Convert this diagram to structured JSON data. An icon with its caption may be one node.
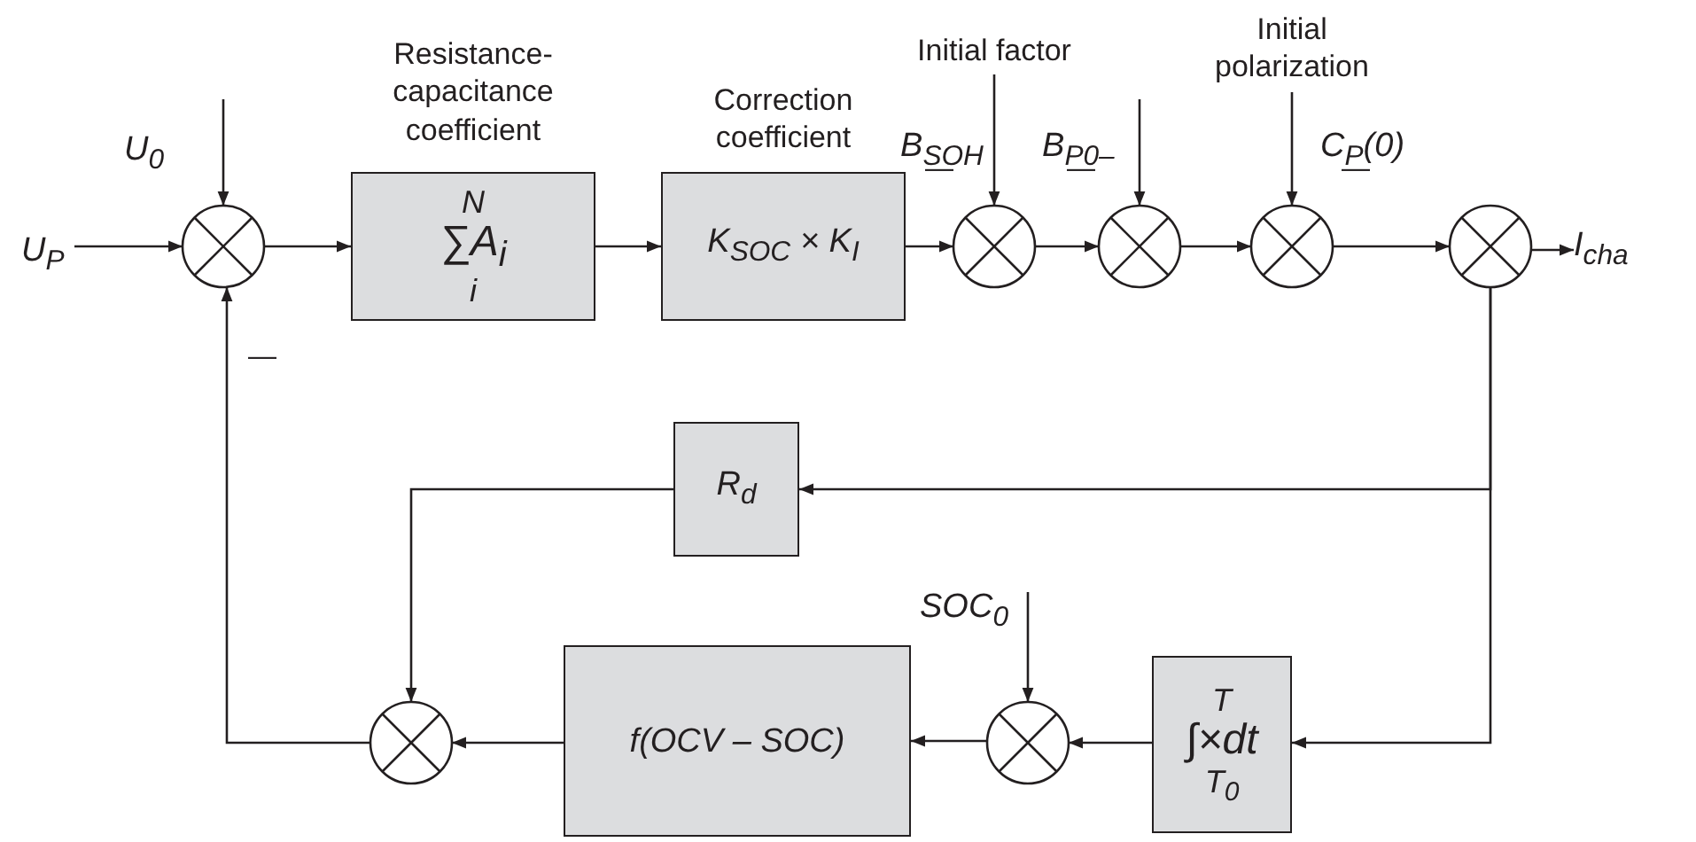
{
  "diagram": {
    "nodes": [
      {
        "text": [
          "U$_{P}$"
        ]
      },
      {
        "text": [],
        "shape": "circle"
      },
      {
        "text": [
          "Resistance-capacitance coefficient",
          "N",
          "∑A$_{i}$",
          "i"
        ]
      },
      {
        "text": [
          "Correction coefficient",
          "K$_{SOC}$ × K$_{I}$"
        ]
      },
      {
        "text": [
          "Initial factor"
        ]
      },
      {
        "text": [],
        "shape": "circle"
      },
      {
        "text": [],
        "shape": "circle"
      },
      {
        "text": [
          "Initial polarization"
        ]
      },
      {
        "text": [],
        "shape": "circle"
      },
      {
        "text": [],
        "shape": "circle"
      },
      {
        "text": [
          "I$_{cha}$"
        ]
      },
      {
        "text": [
          "R$_{d}$"
        ]
      },
      {
        "text": [],
        "shape": "circle"
      },
      {
        "text": [
          "f(OCV – SOC)"
        ]
      },
      {
        "text": [],
        "shape": "circle"
      },
      {
        "text": [
          "T",
          "∫×dt",
          "T$_{0}$"
        ]
      }
    ],
    "edges": [
      {
        "from": 0,
        "to": 1,
        "arrow": "to"
      },
      {
        "from": null,
        "to": 1,
        "arrow": "to"
      },
      {
        "from": 1,
        "to": 2,
        "arrow": "to"
      },
      {
        "from": 2,
        "to": 3,
        "arrow": "to"
      },
      {
        "from": 3,
        "to": 5,
        "arrow": "to"
      },
      {
        "from": 4,
        "to": 5,
        "arrow": "to"
      },
      {
        "from": 5,
        "to": 6,
        "arrow": "to"
      },
      {
        "from": null,
        "to": 6,
        "arrow": "to"
      },
      {
        "from": 6,
        "to": 8,
        "arrow": "to"
      },
      {
        "from": 7,
        "to": 8,
        "arrow": "to"
      },
      {
        "from": 8,
        "to": 9,
        "arrow": "to"
      },
      {
        "from": 9,
        "to": 10,
        "arrow": "to"
      },
      {
        "from": 9,
        "to": 11,
        "arrow": "to"
      },
      {
        "from": 9,
        "to": 15,
        "arrow": "to"
      },
      {
        "from": 11,
        "to": 12,
        "arrow": "to"
      },
      {
        "from": 15,
        "to": 14,
        "arrow": "to"
      },
      {
        "from": null,
        "to": 14,
        "arrow": "to"
      },
      {
        "from": 14,
        "to": 13,
        "arrow": "to"
      },
      {
        "from": 13,
        "to": 12,
        "arrow": "to"
      },
      {
        "from": 12,
        "to": 1,
        "arrow": "to"
      }
    ],
    "labels": [
      "U$_{0}$",
      "B$_{SOH}$",
      "B$_{P0–}$",
      "C$_{P}$(0)",
      "—",
      "—",
      "—",
      "—",
      "SOC$_{0}$"
    ]
  }
}
